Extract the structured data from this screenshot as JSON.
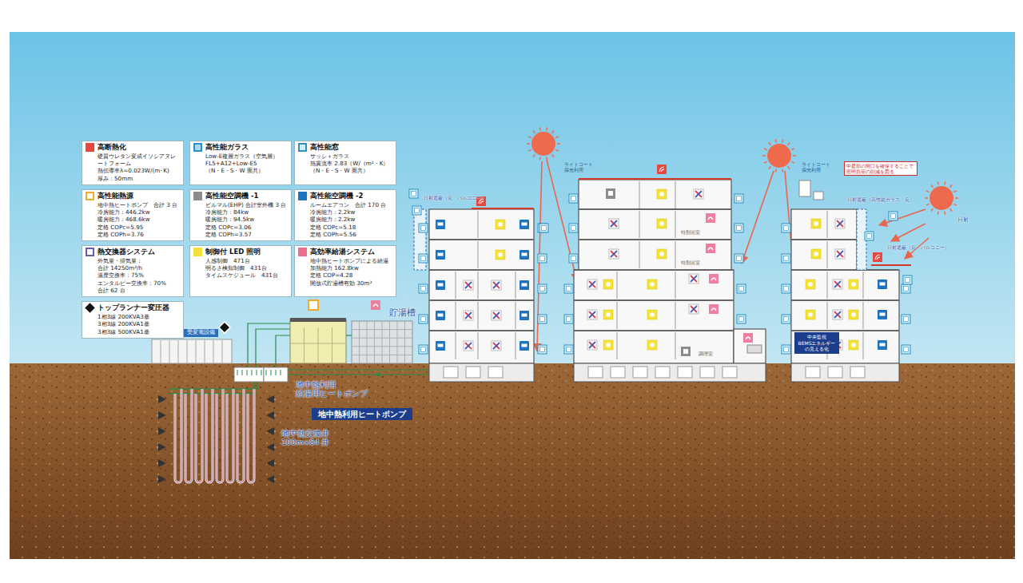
{
  "diagram": {
    "nodes": [
      {
        "text": [
          "高断熱化",
          "硬質ウレタン変成イソシアヌレートフォーム",
          "熱伝導率λ=0.023W/(m･K)",
          "厚み：50mm"
        ]
      },
      {
        "text": [
          "高性能ガラス",
          "Low-E複層ガラス（空気層）",
          "FL5+A12+Low-E5",
          "（N・E・S・W 面共）"
        ]
      },
      {
        "text": [
          "高性能窓",
          "サッシ＋ガラス",
          "熱貫流率 2.83（W/（m²・K）",
          "（N・E・S・W 面共）"
        ]
      },
      {
        "text": [
          "高性能熱源",
          "地中熱ヒートポンプ　合計 3 台",
          "冷房能力：446.2kw",
          "暖房能力：468.6kw",
          "定格 COPc=5.95",
          "定格 COPh=3.76"
        ]
      },
      {
        "text": [
          "高性能空調機 -1",
          "ビルマル(EHP) 合計室外機 3 台",
          "冷房能力：84kw",
          "暖房能力：94.5kw",
          "定格 COPc=3.06",
          "定格 COPh=3.57"
        ]
      },
      {
        "text": [
          "高性能空調機 -2",
          "ルームエアコン　合計 170 台",
          "冷房能力：2.2kw",
          "暖房能力：2.2kw",
          "定格 COPc=5.18",
          "定格 COPh=5.56"
        ]
      },
      {
        "text": [
          "熱交換器システム",
          "外気量・排気量：",
          "合計 14250m³/h",
          "温度交換率：75%",
          "エンタルピー交換率：70%",
          "合計 62 台"
        ]
      },
      {
        "text": [
          "制御付 LED 照明",
          "人感制御　471台",
          "明るさ検知制御　431台",
          "タイムスケジュール　431台"
        ]
      },
      {
        "text": [
          "高効率給湯システム",
          "地中熱ヒートポンプによる給湯",
          "加熱能力 162.8kw",
          "定格 COP=4.28",
          "開放式貯湯槽有効 30m³"
        ]
      },
      {
        "text": [
          "トップランナー変圧器",
          "1相3線 200KVA3基",
          "3相3線 200KVA1基",
          "3相3線 500KVA1基"
        ]
      },
      {
        "text": [
          "受変電設備"
        ]
      },
      {
        "text": [
          "地中熱利用ヒートポンプ"
        ]
      },
      {
        "text": [
          "中庭部の開口を確保することで 照明負荷の削減を図る"
        ]
      },
      {
        "text": [
          "中央監視 BEMSエネルギー の見える化"
        ]
      }
    ],
    "labels": [
      "貯湯槽",
      "地中熱利用 給湯用ヒートポンプ",
      "地中熱交換井 100m×84 井",
      "ライトコート 採光利用",
      "ライトコート 採光利用",
      "日射遮蔽（庇・バルコニー）",
      "日射遮蔽（高性能ガラス・庇）",
      "日射",
      "日射遮蔽（庇・バルコニー）",
      "特別浴室",
      "特別浴室",
      "調理室"
    ]
  }
}
